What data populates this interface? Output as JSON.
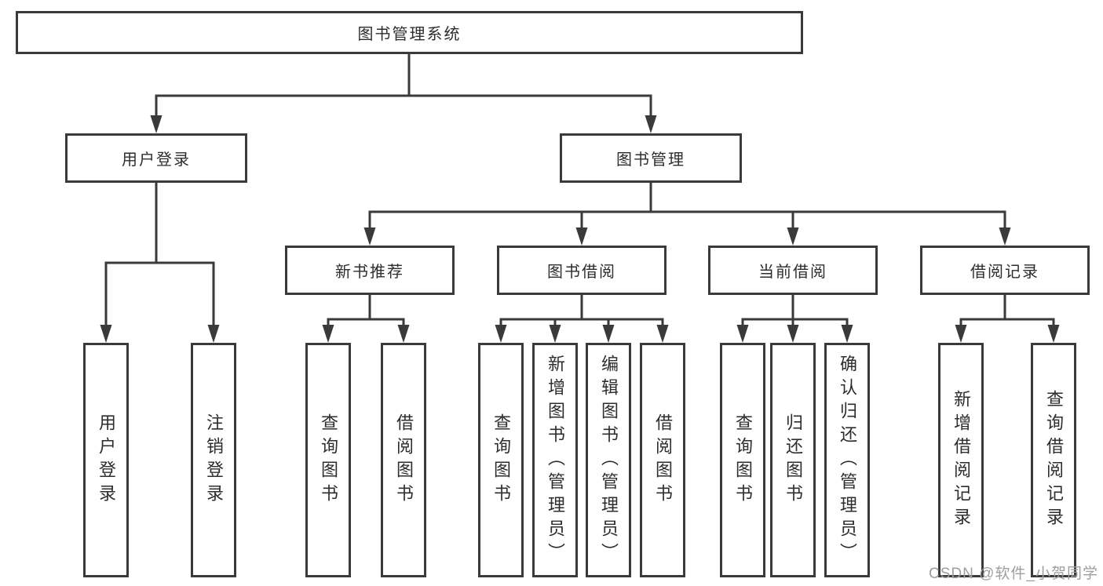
{
  "tree": {
    "root": {
      "label": "图书管理系统",
      "children": [
        {
          "label": "用户登录",
          "children": [
            {
              "label": "用户登录"
            },
            {
              "label": "注销登录"
            }
          ]
        },
        {
          "label": "图书管理",
          "children": [
            {
              "label": "新书推荐",
              "children": [
                {
                  "label": "查询图书"
                },
                {
                  "label": "借阅图书"
                }
              ]
            },
            {
              "label": "图书借阅",
              "children": [
                {
                  "label": "查询图书"
                },
                {
                  "label": "新增图书（管理员）"
                },
                {
                  "label": "编辑图书（管理员）"
                },
                {
                  "label": "借阅图书"
                }
              ]
            },
            {
              "label": "当前借阅",
              "children": [
                {
                  "label": "查询图书"
                },
                {
                  "label": "归还图书"
                },
                {
                  "label": "确认归还（管理员）"
                }
              ]
            },
            {
              "label": "借阅记录",
              "children": [
                {
                  "label": "新增借阅记录"
                },
                {
                  "label": "查询借阅记录"
                }
              ]
            }
          ]
        }
      ]
    }
  },
  "watermark": "CSDN @软件_小贺同学",
  "colors": {
    "line": "#3a3a3a",
    "text": "#2d2d2d",
    "watermark": "#9e9e9e",
    "background": "#ffffff"
  }
}
